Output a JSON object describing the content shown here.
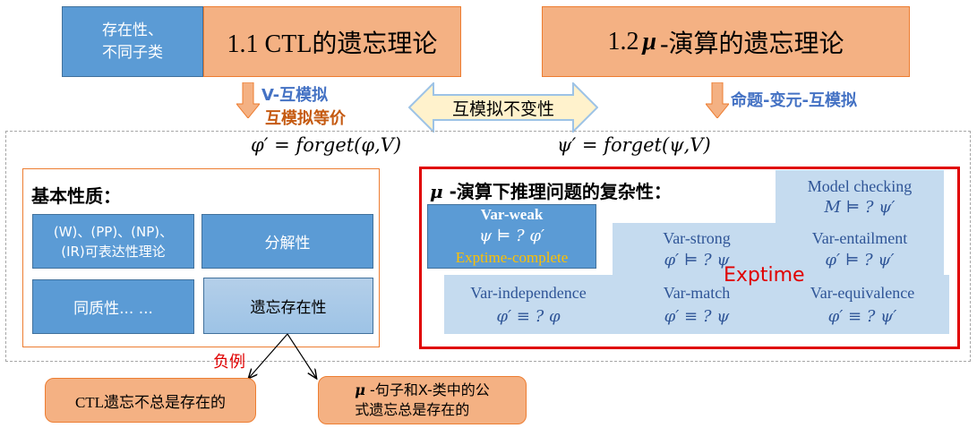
{
  "top_left": {
    "tag": "存在性、\n不同子类",
    "title": "1.1 CTL的遗忘理论"
  },
  "top_right": {
    "title_mu": "μ",
    "title_prefix": "1.2 ",
    "title_suffix": " -演算的遗忘理论"
  },
  "left_arrow": {
    "line1": "V-互模拟",
    "line2": "互模拟等价"
  },
  "middle_arrow": {
    "label": "互模拟不变性"
  },
  "right_arrow": {
    "label": "命题-变元-互模拟"
  },
  "formulas": {
    "left": "φ′ = forget(φ,V)",
    "right": "ψ′ = forget(ψ,V)"
  },
  "basic": {
    "title": "基本性质：",
    "cells": {
      "express": "(W)、(PP)、(NP)、\n(IR)可表达性理论",
      "decompose": "分解性",
      "homogeneity": "同质性... ...",
      "existence": "遗忘存在性"
    }
  },
  "mu_panel": {
    "title_mu": "μ",
    "title_rest": " -演算下推理问题的复杂性：",
    "var_weak": {
      "name": "Var-weak",
      "formula": "ψ ⊨ ? φ′",
      "complexity": "Exptime-complete"
    },
    "model_checking": {
      "name": "Model checking",
      "formula": "M ⊨ ? ψ′"
    },
    "var_strong": {
      "name": "Var-strong",
      "formula": "φ′ ⊨ ? ψ"
    },
    "var_entailment": {
      "name": "Var-entailment",
      "formula": "φ′ ⊨ ? ψ′"
    },
    "exptime": "Exptime",
    "var_independence": {
      "name": "Var-independence",
      "formula": "φ′ ≡ ? φ"
    },
    "var_match": {
      "name": "Var-match",
      "formula": "φ′ ≡ ? ψ"
    },
    "var_equivalence": {
      "name": "Var-equivalence",
      "formula": "φ′ ≡ ? ψ′"
    }
  },
  "counterexample": "负例",
  "bottom": {
    "ctl": "CTL遗忘不总是存在的",
    "mu_prefix": "μ",
    "mu_text": " -句子和X-类中的公\n式遗忘总是存在的"
  },
  "colors": {
    "blue": "#5b9bd5",
    "orange": "#f4b183",
    "light_blue": "#c5dbef",
    "red_frame": "#e00000"
  }
}
